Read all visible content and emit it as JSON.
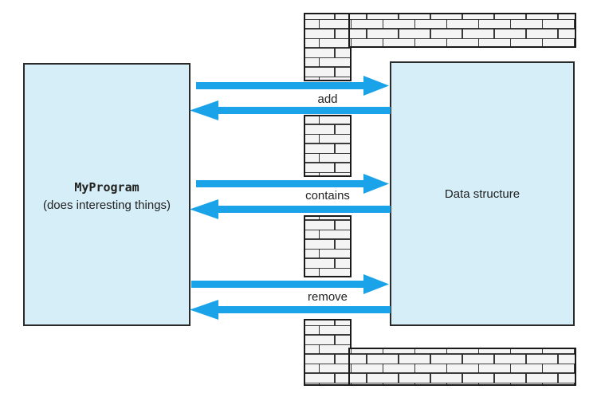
{
  "program_box": {
    "title": "MyProgram",
    "subtitle": "(does interesting things)"
  },
  "data_box": {
    "label": "Data structure"
  },
  "operations": [
    {
      "label": "add"
    },
    {
      "label": "contains"
    },
    {
      "label": "remove"
    }
  ],
  "colors": {
    "box_fill": "#d6eef8",
    "arrow": "#1aa3e8",
    "outline": "#2a2a2a",
    "wall_fill": "#f2f2f2"
  }
}
